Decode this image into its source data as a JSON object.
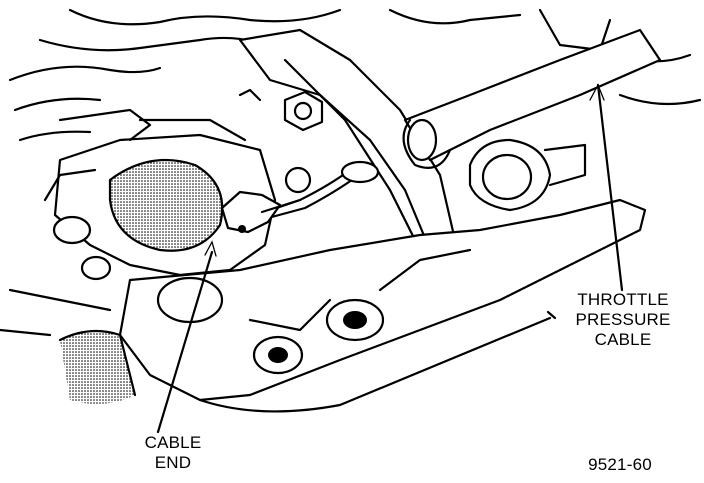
{
  "labels": {
    "throttle_cable": [
      "THROTTLE",
      "PRESSURE",
      "CABLE"
    ],
    "cable_end": [
      "CABLE",
      "END"
    ],
    "figure_number": "9521-60"
  }
}
